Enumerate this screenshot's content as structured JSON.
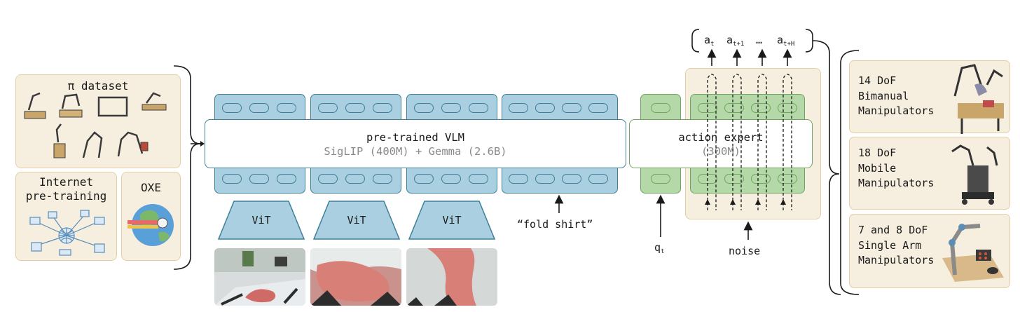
{
  "datasets": {
    "pi_dataset": "π dataset",
    "internet": "Internet\npre-training",
    "oxe": "OXE"
  },
  "vlm": {
    "title": "pre-trained VLM",
    "subtitle": "SigLIP (400M) + Gemma (2.6B)"
  },
  "encoders": [
    "ViT",
    "ViT",
    "ViT"
  ],
  "prompt": "“fold shirt”",
  "action_expert": {
    "title": "action expert",
    "subtitle": "(300M)"
  },
  "inputs": {
    "state": "q",
    "state_sub": "t",
    "noise": "noise"
  },
  "actions": {
    "a_t": "a",
    "a_t_sub": "t",
    "a_t1": "a",
    "a_t1_sub": "t+1",
    "dots": "…",
    "a_tH": "a",
    "a_tH_sub": "t+H"
  },
  "robots": [
    "14 DoF\nBimanual\nManipulators",
    "18 DoF\nMobile\nManipulators",
    "7 and 8 DoF\nSingle Arm\nManipulators"
  ],
  "colors": {
    "vlm_blue": "#a9cfe0",
    "vlm_border": "#3f7f9a",
    "expert_green": "#b5d8a9",
    "expert_border": "#6ea65e",
    "panel_cream": "#f6efdf"
  }
}
